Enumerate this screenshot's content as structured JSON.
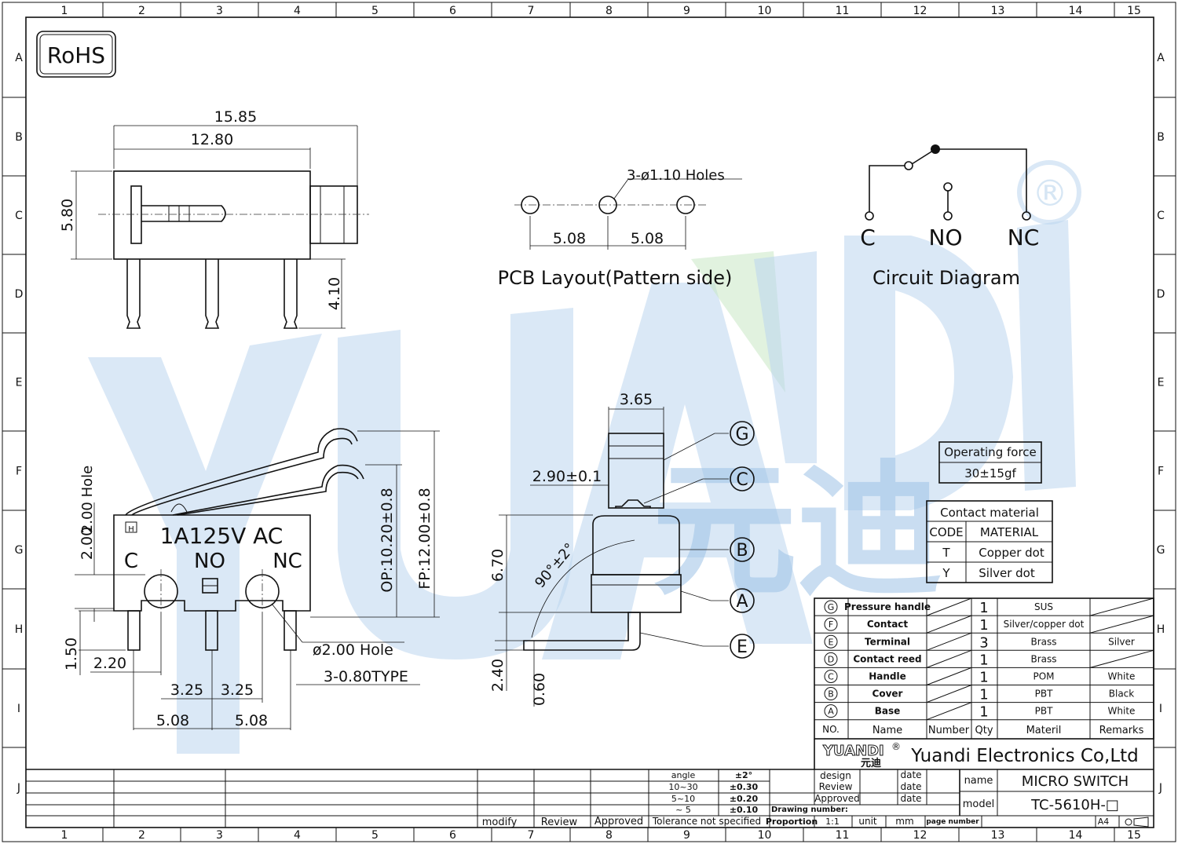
{
  "border": {
    "columns": [
      "1",
      "2",
      "3",
      "4",
      "5",
      "6",
      "7",
      "8",
      "9",
      "10",
      "11",
      "12",
      "13",
      "14",
      "15"
    ],
    "rows": [
      "A",
      "B",
      "C",
      "D",
      "E",
      "F",
      "G",
      "H",
      "I",
      "J"
    ]
  },
  "rohs": "RoHS",
  "watermark": {
    "latin": "YUANDI",
    "cjk": "元迪",
    "reg": "®"
  },
  "top_view": {
    "dim_overall": "15.85",
    "dim_body": "12.80",
    "dim_height": "5.80",
    "dim_pin": "4.10"
  },
  "pcb": {
    "holes_label": "3-ø1.10  Holes",
    "pitch_left": "5.08",
    "pitch_right": "5.08",
    "title": "PCB  Layout(Pattern  side)"
  },
  "circuit": {
    "c": "C",
    "no": "NO",
    "nc": "NC",
    "title": "Circuit  Diagram"
  },
  "front_view": {
    "rating": "1A125V  AC",
    "label_c": "C",
    "label_no": "NO",
    "label_nc": "NC",
    "hole_label": "2.00  Hole",
    "dim_hole_height": "2.00",
    "dim_op": "OP:10.20±0.8",
    "dim_fp": "FP:12.00±0.8",
    "dim_150": "1.50",
    "dim_220": "2.20",
    "dim_325_left": "3.25",
    "dim_325_right": "3.25",
    "dim_508_left": "5.08",
    "dim_508_right": "5.08",
    "hole_dia": "ø2.00  Hole",
    "pin_type": "3-0.80TYPE"
  },
  "side_view": {
    "dim_width": "3.65",
    "dim_handle": "2.90±0.1",
    "dim_height": "6.70",
    "dim_angle": "90°±2°",
    "dim_240": "2.40",
    "dim_060": "0.60",
    "callouts": [
      "G",
      "C",
      "B",
      "A",
      "E"
    ]
  },
  "operating_force": {
    "title": "Operating  force",
    "value": "30±15gf"
  },
  "contact_material": {
    "title": "Contact  material",
    "headers": [
      "CODE",
      "MATERIAL"
    ],
    "rows": [
      [
        "T",
        "Copper  dot"
      ],
      [
        "Y",
        "Silver  dot"
      ]
    ]
  },
  "bom": {
    "headers": [
      "NO.",
      "Name",
      "Number",
      "Qty",
      "Materil",
      "Remarks"
    ],
    "rows": [
      {
        "no": "G",
        "name": "Pressure handle",
        "qty": "1",
        "material": "SUS",
        "remarks": ""
      },
      {
        "no": "F",
        "name": "Contact",
        "qty": "1",
        "material": "Silver/copper dot",
        "remarks": ""
      },
      {
        "no": "E",
        "name": "Terminal",
        "qty": "3",
        "material": "Brass",
        "remarks": "Silver"
      },
      {
        "no": "D",
        "name": "Contact reed",
        "qty": "1",
        "material": "Brass",
        "remarks": ""
      },
      {
        "no": "C",
        "name": "Handle",
        "qty": "1",
        "material": "POM",
        "remarks": "White"
      },
      {
        "no": "B",
        "name": "Cover",
        "qty": "1",
        "material": "PBT",
        "remarks": "Black"
      },
      {
        "no": "A",
        "name": "Base",
        "qty": "1",
        "material": "PBT",
        "remarks": "White"
      }
    ]
  },
  "title_block": {
    "company": "Yuandi Electronics Co,Ltd",
    "logo_latin": "YUANDI",
    "logo_cjk": "元迪",
    "logo_reg": "®",
    "name_label": "name",
    "name_value": "MICRO  SWITCH",
    "model_label": "model",
    "model_value": "TC-5610H-□",
    "design": "design",
    "review": "Review",
    "approved": "Approved",
    "date": "date",
    "drawing_number": "Drawing number:",
    "proportion": "Proportion",
    "proportion_value": "1:1",
    "unit": "unit",
    "unit_value": "mm",
    "page_number": "page number",
    "size": "A4",
    "tolerance_title": "Tolerance  not  specified",
    "tolerance": [
      [
        "angle",
        "±2°"
      ],
      [
        "10~30",
        "±0.30"
      ],
      [
        "5~10",
        "±0.20"
      ],
      [
        "~ 5",
        "±0.10"
      ]
    ],
    "revision": [
      "modify",
      "Review",
      "Approved"
    ]
  }
}
